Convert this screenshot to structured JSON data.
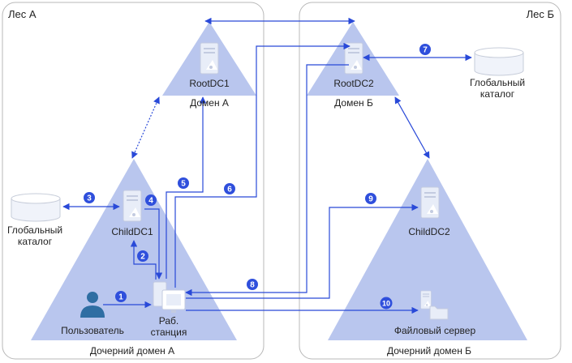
{
  "forests": {
    "a": {
      "label": "Лес А"
    },
    "b": {
      "label": "Лес Б"
    }
  },
  "nodes": {
    "rootdc1": {
      "label": "RootDC1",
      "domain": "Домен А"
    },
    "rootdc2": {
      "label": "RootDC2",
      "domain": "Домен Б"
    },
    "childdc1": {
      "label": "ChildDC1"
    },
    "childdc2": {
      "label": "ChildDC2"
    },
    "gc_a": {
      "line1": "Глобальный",
      "line2": "каталог"
    },
    "gc_b": {
      "line1": "Глобальный",
      "line2": "каталог"
    },
    "user": {
      "label": "Пользователь"
    },
    "workstation": {
      "line1": "Раб.",
      "line2": "станция"
    },
    "fileserver": {
      "label": "Файловый сервер"
    }
  },
  "domains": {
    "child_a": "Дочерний домен А",
    "child_b": "Дочерний домен Б"
  },
  "steps": [
    "1",
    "2",
    "3",
    "4",
    "5",
    "6",
    "7",
    "8",
    "9",
    "10"
  ],
  "colors": {
    "arrow": "#2949d8",
    "badge": "#2f4fdc",
    "triangle": "#b9c6ee",
    "server": "#e8edf8",
    "user_icon": "#2f6ea3",
    "forest_border": "#b8b8b8"
  }
}
